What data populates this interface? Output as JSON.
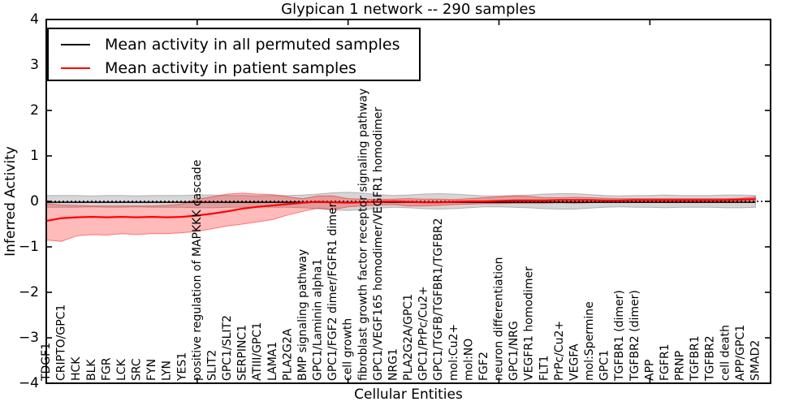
{
  "title": "Glypican 1 network -- 290 samples",
  "axes": {
    "xlabel": "Cellular Entities",
    "ylabel": "Inferred Activity"
  },
  "legend": {
    "entries": [
      {
        "label": "Mean activity in all permuted samples",
        "color": "#000000"
      },
      {
        "label": "Mean activity in patient samples",
        "color": "#ff0000"
      }
    ]
  },
  "chart_data": {
    "type": "line",
    "title": "Glypican 1 network -- 290 samples",
    "xlabel": "Cellular Entities",
    "ylabel": "Inferred Activity",
    "ylim": [
      -4,
      4
    ],
    "yticks": [
      -4,
      -3,
      -2,
      -1,
      0,
      1,
      2,
      3,
      4
    ],
    "xtick_positions": [
      0,
      10,
      20,
      30,
      40
    ],
    "grid": false,
    "legend_position": "upper left",
    "zero_line": 0,
    "categories": [
      "TDGF1",
      "CRIPTO/GPC1",
      "HCK",
      "BLK",
      "FGR",
      "LCK",
      "SRC",
      "FYN",
      "LYN",
      "YES1",
      "positive regulation of MAPKKK cascade",
      "SLIT2",
      "GPC1/SLIT2",
      "SERPINC1",
      "ATIII/GPC1",
      "LAMA1",
      "PLA2G2A",
      "BMP signaling pathway",
      "GPC1/Laminin alpha1",
      "GPC1/FGF2 dimer/FGFR1 dimer",
      "cell growth",
      "fibroblast growth factor receptor signaling pathway",
      "GPC1/VEGF165 homodimer/VEGFR1 homodimer",
      "NRG1",
      "PLA2G2A/GPC1",
      "GPC1/PrPc/Cu2+",
      "GPC1/TGFB/TGFBR1/TGFBR2",
      "mol:Cu2+",
      "mol:NO",
      "FGF2",
      "neuron differentiation",
      "GPC1/NRG",
      "VEGFR1 homodimer",
      "FLT1",
      "PrPc/Cu2+",
      "VEGFA",
      "mol:Spermine",
      "GPC1",
      "TGFBR1 (dimer)",
      "TGFBR2 (dimer)",
      "APP",
      "FGFR1",
      "PRNP",
      "TGFBR1",
      "TGFBR2",
      "cell death",
      "APP/GPC1",
      "SMAD2"
    ],
    "series": [
      {
        "name": "Mean activity in all permuted samples",
        "color": "#000000",
        "style": "solid",
        "values": [
          -0.02,
          -0.02,
          -0.02,
          -0.02,
          -0.02,
          -0.02,
          -0.02,
          -0.02,
          -0.02,
          -0.02,
          -0.02,
          -0.02,
          -0.02,
          -0.02,
          -0.02,
          -0.02,
          -0.02,
          -0.02,
          -0.02,
          -0.02,
          -0.02,
          -0.02,
          -0.02,
          -0.02,
          -0.02,
          -0.02,
          -0.02,
          -0.02,
          -0.02,
          -0.02,
          -0.02,
          -0.02,
          -0.02,
          -0.02,
          -0.02,
          -0.02,
          -0.02,
          -0.02,
          -0.02,
          -0.02,
          -0.02,
          -0.02,
          -0.02,
          -0.02,
          -0.02,
          -0.02,
          -0.02,
          -0.02
        ]
      },
      {
        "name": "Mean activity in patient samples",
        "color": "#ff0000",
        "style": "solid",
        "values": [
          -0.43,
          -0.37,
          -0.35,
          -0.34,
          -0.35,
          -0.34,
          -0.35,
          -0.34,
          -0.35,
          -0.34,
          -0.31,
          -0.27,
          -0.22,
          -0.16,
          -0.12,
          -0.09,
          -0.06,
          -0.03,
          -0.01,
          -0.02,
          -0.03,
          -0.02,
          -0.01,
          0.0,
          -0.01,
          -0.02,
          -0.02,
          -0.01,
          0.0,
          0.0,
          0.01,
          0.02,
          0.02,
          0.02,
          0.03,
          0.03,
          0.03,
          0.02,
          0.02,
          0.03,
          0.03,
          0.03,
          0.03,
          0.03,
          0.03,
          0.03,
          0.04,
          0.05
        ]
      }
    ],
    "bands": [
      {
        "name": "permuted samples range",
        "color": "#808080",
        "opacity": 0.32,
        "upper": [
          0.13,
          0.13,
          0.13,
          0.12,
          0.13,
          0.13,
          0.12,
          0.13,
          0.13,
          0.13,
          0.14,
          0.14,
          0.13,
          0.13,
          0.12,
          0.13,
          0.13,
          0.14,
          0.16,
          0.19,
          0.2,
          0.18,
          0.15,
          0.13,
          0.14,
          0.16,
          0.17,
          0.16,
          0.14,
          0.12,
          0.12,
          0.13,
          0.14,
          0.16,
          0.17,
          0.17,
          0.15,
          0.13,
          0.12,
          0.13,
          0.13,
          0.14,
          0.13,
          0.13,
          0.13,
          0.14,
          0.14,
          0.13
        ],
        "lower": [
          -0.13,
          -0.13,
          -0.13,
          -0.12,
          -0.13,
          -0.13,
          -0.12,
          -0.13,
          -0.13,
          -0.13,
          -0.14,
          -0.14,
          -0.13,
          -0.13,
          -0.12,
          -0.13,
          -0.13,
          -0.14,
          -0.16,
          -0.19,
          -0.2,
          -0.18,
          -0.15,
          -0.13,
          -0.14,
          -0.16,
          -0.17,
          -0.16,
          -0.14,
          -0.12,
          -0.12,
          -0.13,
          -0.14,
          -0.16,
          -0.17,
          -0.17,
          -0.15,
          -0.13,
          -0.12,
          -0.13,
          -0.13,
          -0.14,
          -0.13,
          -0.13,
          -0.13,
          -0.14,
          -0.14,
          -0.13
        ]
      },
      {
        "name": "patient samples range",
        "color": "#ff0000",
        "opacity": 0.27,
        "upper": [
          -0.05,
          -0.08,
          -0.09,
          -0.1,
          -0.1,
          -0.1,
          -0.1,
          -0.1,
          -0.09,
          -0.06,
          0.05,
          0.1,
          0.16,
          0.18,
          0.16,
          0.15,
          0.1,
          0.06,
          0.12,
          0.12,
          0.06,
          0.05,
          0.04,
          0.05,
          0.06,
          0.05,
          0.05,
          0.04,
          0.06,
          0.08,
          0.1,
          0.12,
          0.11,
          0.08,
          0.08,
          0.09,
          0.08,
          0.07,
          0.06,
          0.06,
          0.06,
          0.06,
          0.06,
          0.06,
          0.06,
          0.06,
          0.07,
          0.1
        ],
        "lower": [
          -0.85,
          -0.88,
          -0.76,
          -0.73,
          -0.74,
          -0.71,
          -0.73,
          -0.71,
          -0.71,
          -0.69,
          -0.66,
          -0.6,
          -0.54,
          -0.5,
          -0.45,
          -0.4,
          -0.3,
          -0.22,
          -0.15,
          -0.18,
          -0.12,
          -0.1,
          -0.08,
          -0.07,
          -0.1,
          -0.1,
          -0.09,
          -0.07,
          -0.06,
          -0.05,
          -0.05,
          -0.04,
          -0.04,
          -0.04,
          -0.03,
          -0.04,
          -0.03,
          -0.02,
          -0.02,
          -0.01,
          0.0,
          0.0,
          0.0,
          0.0,
          0.0,
          0.0,
          0.01,
          0.02
        ]
      }
    ]
  }
}
